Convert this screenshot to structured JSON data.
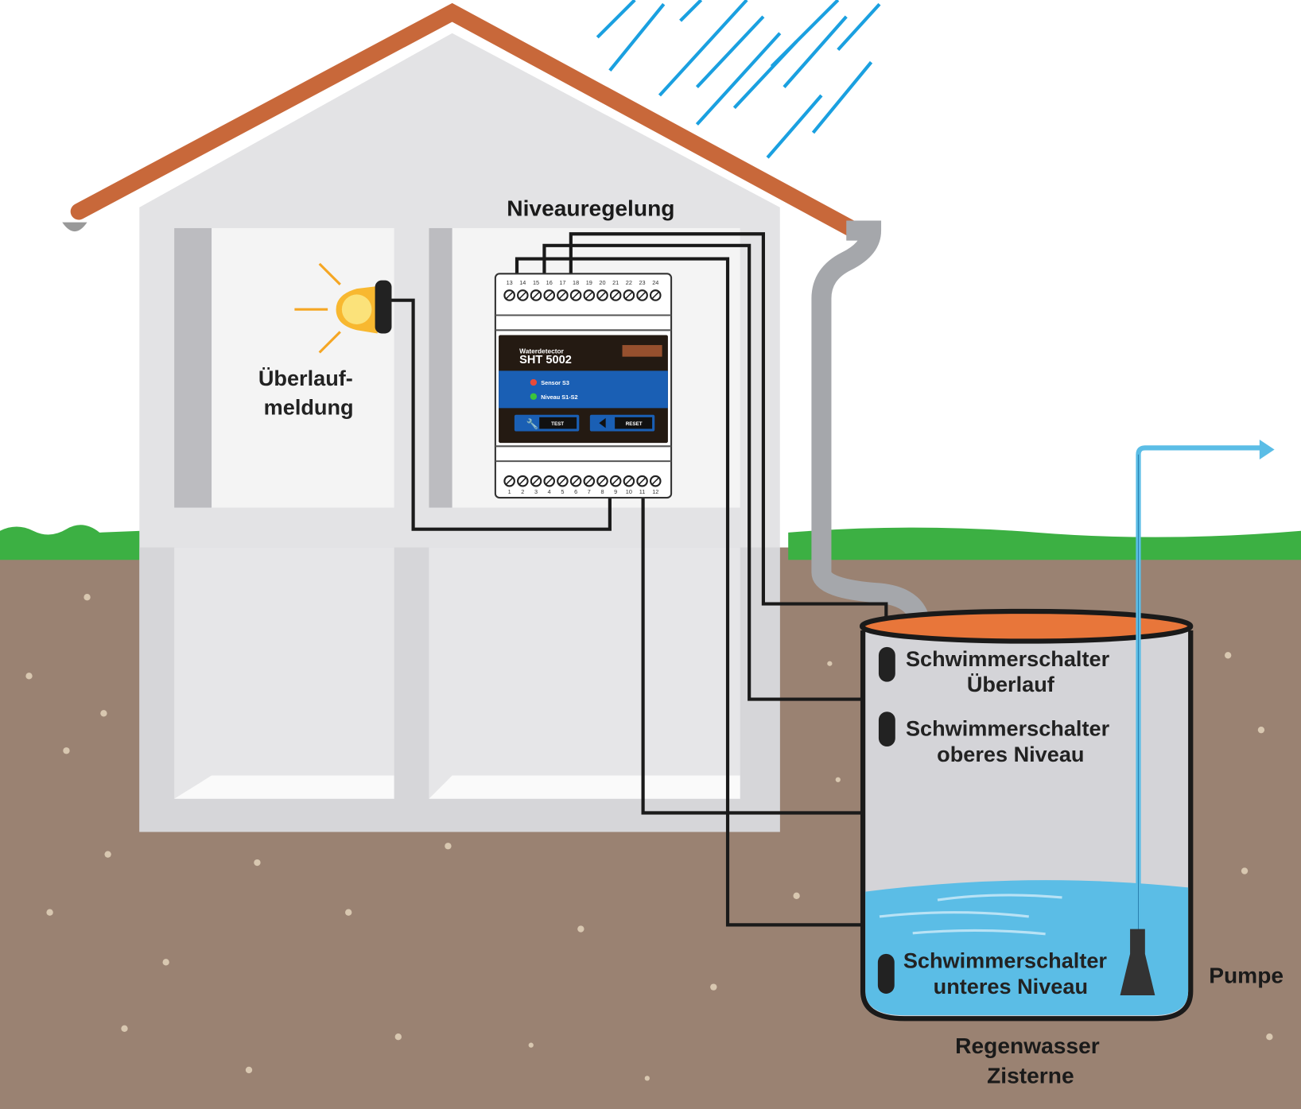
{
  "labels": {
    "controller": "Niveauregelung",
    "alarm": [
      "Überlauf-",
      "meldung"
    ],
    "float_overflow": [
      "Schwimmerschalter",
      "Überlauf"
    ],
    "float_upper": [
      "Schwimmerschalter",
      "oberes Niveau"
    ],
    "float_lower": [
      "Schwimmerschalter",
      "unteres Niveau"
    ],
    "pump": "Pumpe",
    "cistern": [
      "Regenwasser",
      "Zisterne"
    ]
  },
  "device": {
    "subtitle": "Waterdetector",
    "model": "SHT 5002",
    "led1": "Sensor S3",
    "led2": "Niveau S1-S2",
    "btn_test": "TEST",
    "btn_reset": "RESET",
    "top_terminals": [
      "13",
      "14",
      "15",
      "16",
      "17",
      "18",
      "19",
      "20",
      "21",
      "22",
      "23",
      "24"
    ],
    "bottom_terminals": [
      "1",
      "2",
      "3",
      "4",
      "5",
      "6",
      "7",
      "8",
      "9",
      "10",
      "11",
      "12"
    ]
  },
  "colors": {
    "roof": "#c8683a",
    "grass": "#3cb043",
    "soil": "#9a8272",
    "water": "#5bbde6",
    "device_blue": "#1a5fb4",
    "rain": "#1aa0e0"
  }
}
